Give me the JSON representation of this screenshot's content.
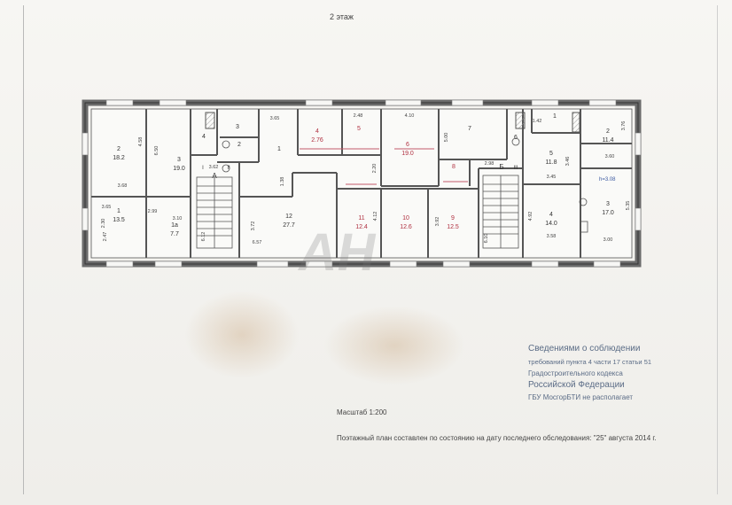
{
  "header": {
    "floor_title": "2 этаж"
  },
  "plan": {
    "rooms": [
      {
        "num": "2",
        "area": "18.2"
      },
      {
        "num": "3",
        "area": "19.0"
      },
      {
        "num": "1",
        "area": "13.5"
      },
      {
        "num": "1а",
        "area": "7.7"
      },
      {
        "num": "4",
        "area": ""
      },
      {
        "num": "2",
        "area": ""
      },
      {
        "num": "3",
        "area": ""
      },
      {
        "num": "1",
        "area": ""
      },
      {
        "num": "12",
        "area": "27.7"
      },
      {
        "num": "4",
        "area": "2.76"
      },
      {
        "num": "5",
        "area": ""
      },
      {
        "num": "6",
        "area": "19.0"
      },
      {
        "num": "7",
        "area": ""
      },
      {
        "num": "8",
        "area": ""
      },
      {
        "num": "11",
        "area": "12.4"
      },
      {
        "num": "10",
        "area": "12.6"
      },
      {
        "num": "9",
        "area": "12.5"
      },
      {
        "num": "6",
        "area": ""
      },
      {
        "num": "1",
        "area": ""
      },
      {
        "num": "5",
        "area": "11.8"
      },
      {
        "num": "4",
        "area": "14.0"
      },
      {
        "num": "2",
        "area": "11.4"
      },
      {
        "num": "3",
        "area": "17.0"
      }
    ],
    "dims": [
      "4.58",
      "3.68",
      "6.50",
      "3.65",
      "2.99",
      "2.30",
      "2.47",
      "3.10",
      "3.62",
      "6.12",
      "3.72",
      "6.57",
      "3.65",
      "1.38",
      "2.48",
      "4.10",
      "5.00",
      "2.20",
      "4.12",
      "3.92",
      "2.98",
      "6.10",
      "1.42",
      "3.76",
      "3.60",
      "3.46",
      "3.45",
      "4.92",
      "3.58",
      "3.00",
      "5.35"
    ],
    "stair_labels": [
      "А",
      "Б",
      "I",
      "II",
      "III"
    ],
    "height_note": "h=3.08"
  },
  "info": {
    "line1": "Сведениями о соблюдении",
    "line2": "требований пункта 4 части 17 статьи 51",
    "line3": "Градостроительного кодекса",
    "line4": "Российской  Федерации",
    "line5": "ГБУ МосгорБТИ не располагает"
  },
  "scale": "Масштаб 1:200",
  "footnote": "Поэтажный план составлен по состоянию на дату последнего обследования: \"25\" августа 2014 г.",
  "watermark": "АН"
}
